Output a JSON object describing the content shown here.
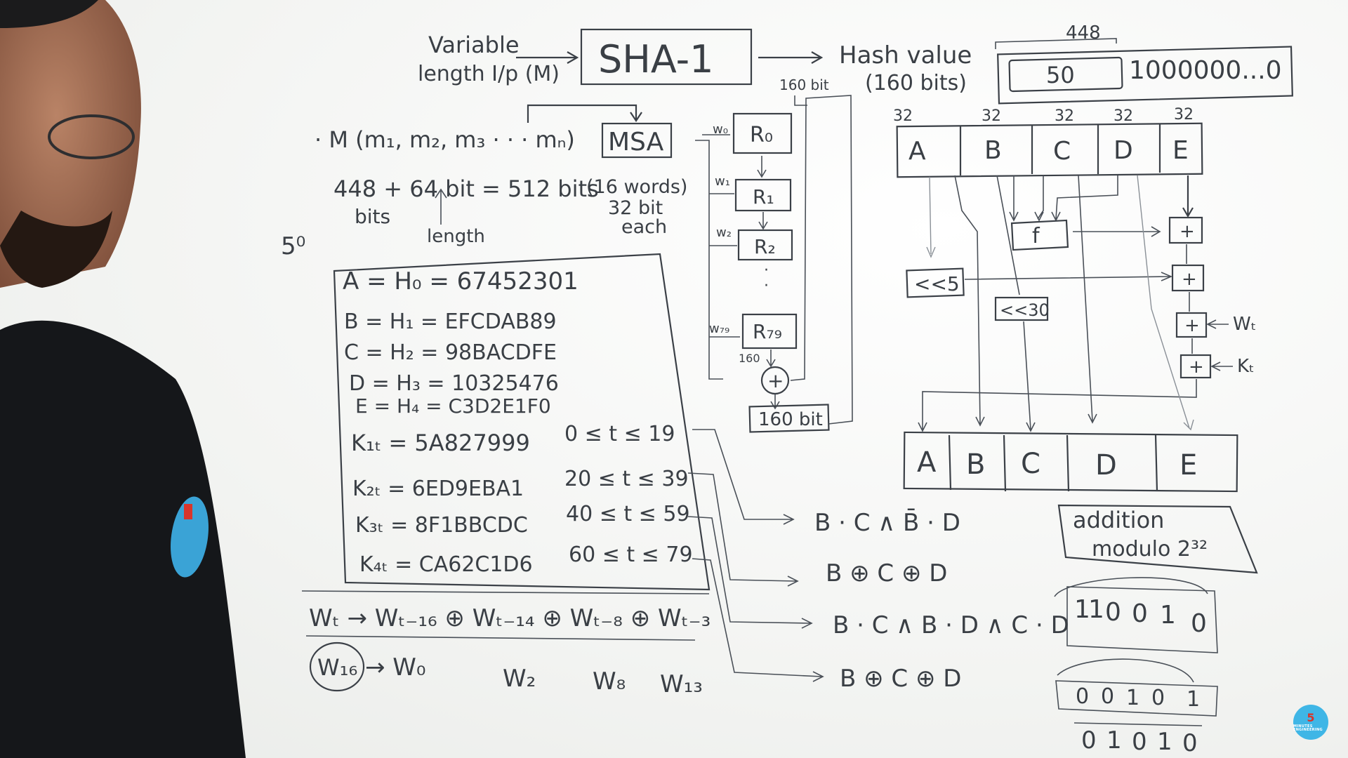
{
  "diagram": {
    "input_label_1": "Variable",
    "input_label_2": "length I/p (M)",
    "sha_box": "SHA-1",
    "hash_label_1": "Hash value",
    "hash_label_2": "(160 bits)",
    "padding_top": "448",
    "padding_box_inner": "50",
    "padding_box_rest": "1000000...0",
    "message_line": "· M (m₁, m₂, m₃ · · · mₙ)",
    "msa_box": "MSA",
    "bits_line": "448 + 64 bit = 512 bits",
    "bits_word": "bits",
    "length_word": "length",
    "msa_note_1": "(16 words)",
    "msa_note_2": "32 bit",
    "msa_note_3": "each",
    "fifty_mark": "5⁰",
    "bit160_top": "160 bit",
    "rounds": [
      {
        "w": "w₀",
        "r": "R₀"
      },
      {
        "w": "w₁",
        "r": "R₁"
      },
      {
        "w": "w₂",
        "r": "R₂"
      },
      {
        "w": "w₇₉",
        "r": "R₇₉"
      }
    ],
    "r_dots": "·",
    "label_160_small": "160",
    "plus_circle": "+",
    "bit160_bottom": "160 bit",
    "top_regs_bits": [
      "32",
      "32",
      "32",
      "32",
      "32"
    ],
    "top_regs": [
      "A",
      "B",
      "C",
      "D",
      "E"
    ],
    "f_box": "f",
    "shift5": "<<5",
    "shift30": "<<30",
    "adders": [
      "+",
      "+",
      "+",
      "+"
    ],
    "wt_label": "Wₜ",
    "kt_label": "Kₜ",
    "bottom_regs": [
      "A",
      "B",
      "C",
      "D",
      "E"
    ],
    "addition_1": "addition",
    "addition_2": "modulo 2³²",
    "bits_row_1": [
      "1",
      "1",
      "0",
      "0",
      "1",
      "0"
    ],
    "bits_row_2": [
      "0",
      "0",
      "1",
      "0",
      "1"
    ],
    "bits_row_3": [
      "0",
      "1",
      "0",
      "1",
      "0"
    ],
    "init_values": [
      "A = H₀ = 67452301",
      "B = H₁ = EFCDAB89",
      "C = H₂ = 98BACDFE",
      "D = H₃ = 10325476",
      "E = H₄ = C3D2E1F0"
    ],
    "k_constants": [
      {
        "k": "K₁ₜ = 5A827999",
        "range": "0 ≤ t ≤ 19"
      },
      {
        "k": "K₂ₜ = 6ED9EBA1",
        "range": "20 ≤ t ≤ 39"
      },
      {
        "k": "K₃ₜ = 8F1BBCDC",
        "range": "40 ≤ t ≤ 59"
      },
      {
        "k": "K₄ₜ = CA62C1D6",
        "range": "60 ≤ t ≤ 79"
      }
    ],
    "functions": [
      "B · C ∧ B̄ · D",
      "B ⊕ C ⊕ D",
      "B · C ∧ B · D ∧ C · D",
      "B ⊕ C ⊕ D"
    ],
    "wt_formula": "Wₜ → Wₜ₋₁₆ ⊕ Wₜ₋₁₄ ⊕ Wₜ₋₈ ⊕ Wₜ₋₃",
    "w16_line": [
      "W₁₆",
      "→ W₀",
      "W₂",
      "W₈",
      "W₁₃"
    ]
  },
  "logo": {
    "number": "5",
    "text": "MINUTES ENGINEERING"
  },
  "colors": {
    "ink": "#3a3f45",
    "board": "#f4f5f3",
    "shirt": "#15171a",
    "logo": "#3fb6e6"
  }
}
